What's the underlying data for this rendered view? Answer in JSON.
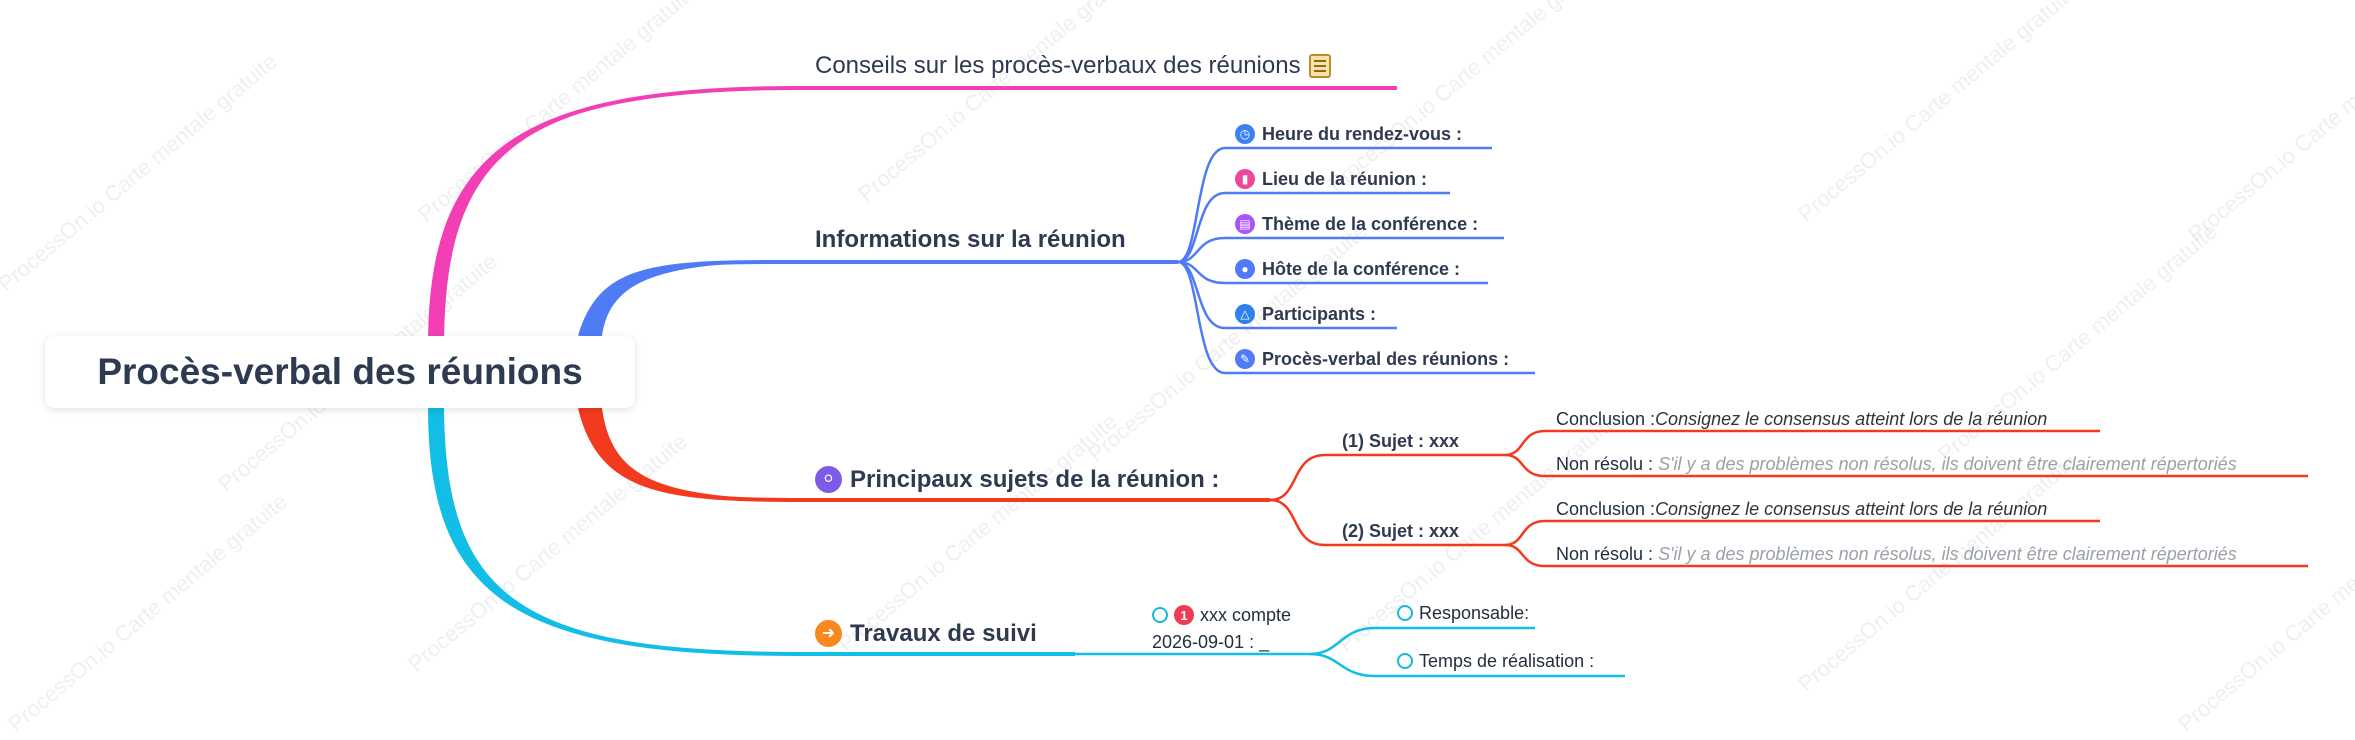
{
  "watermark": "ProcessOn.io Carte mentale gratuite",
  "colors": {
    "pink": "#f23fb6",
    "blue": "#4f7cf5",
    "red": "#f23a1f",
    "cyan": "#12bde6",
    "text": "#2e3a50"
  },
  "root": {
    "label": "Procès-verbal des réunions"
  },
  "branches": {
    "tips": {
      "label": "Conseils sur les procès-verbaux des réunions",
      "icon": "note-icon"
    },
    "info": {
      "label": "Informations sur la réunion",
      "items": [
        {
          "label": "Heure du rendez-vous :",
          "icon": "clock-icon"
        },
        {
          "label": "Lieu de la réunion :",
          "icon": "location-icon"
        },
        {
          "label": "Thème de la conférence :",
          "icon": "topic-icon"
        },
        {
          "label": "Hôte de la conférence :",
          "icon": "user-icon"
        },
        {
          "label": "Participants :",
          "icon": "group-icon"
        },
        {
          "label": "Procès-verbal des réunions :",
          "icon": "pencil-icon"
        }
      ]
    },
    "topics": {
      "label": "Principaux sujets de la réunion :",
      "icon": "key-icon",
      "items": [
        {
          "label": "(1) Sujet : xxx",
          "conclusion_label": "Conclusion :",
          "conclusion_value": "Consignez le consensus atteint lors de la réunion",
          "unresolved_label": "Non résolu :",
          "unresolved_value": " S'il y a des problèmes non résolus, ils doivent être clairement répertoriés"
        },
        {
          "label": "(2) Sujet : xxx",
          "conclusion_label": "Conclusion :",
          "conclusion_value": "Consignez le consensus atteint lors de la réunion",
          "unresolved_label": "Non résolu :",
          "unresolved_value": " S'il y a des problèmes non résolus, ils doivent être clairement répertoriés"
        }
      ]
    },
    "followup": {
      "label": "Travaux de suivi",
      "icon": "arrow-right-icon",
      "task": {
        "priority": "1",
        "line1": "xxx compte",
        "line2": "2026-09-01 : _"
      },
      "items": [
        {
          "label": "Responsable:"
        },
        {
          "label": "Temps de réalisation :"
        }
      ]
    }
  }
}
